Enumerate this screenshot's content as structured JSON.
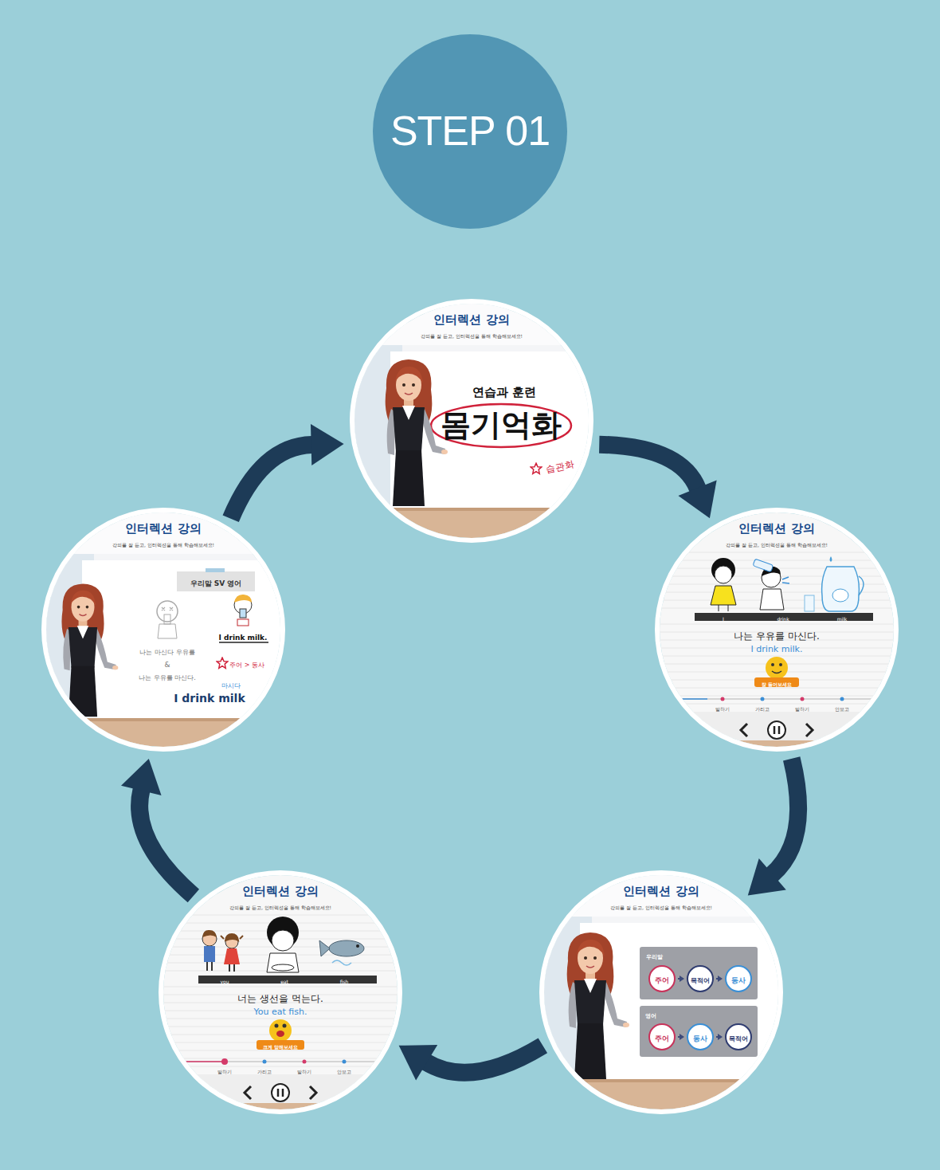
{
  "diagram": {
    "nodes": [
      {
        "text": [
          "STEP 01"
        ]
      },
      {
        "text": [
          "인터렉션 강의",
          "강의를 잘 듣고, 인터렉션을 통해 학습해보세요!",
          "연습과 훈련",
          "몸기억화",
          "습관화"
        ]
      },
      {
        "text": [
          "인터렉션 강의",
          "강의를 잘 듣고, 인터렉션을 통해 학습해보세요!",
          "I",
          "drink",
          "milk",
          "나는 우유를 마신다.",
          "I drink milk.",
          "잘 들어보세요",
          "말하기",
          "가리고",
          "말하기",
          "안보고"
        ]
      },
      {
        "text": [
          "인터렉션 강의",
          "강의를 잘 듣고, 인터렉션을 통해 학습해보세요!"
        ]
      },
      {
        "text": [
          "우리말"
        ],
        "in": 3
      },
      {
        "text": [
          "주어"
        ],
        "in": 4
      },
      {
        "text": [
          "목적어"
        ],
        "in": 4
      },
      {
        "text": [
          "동사"
        ],
        "in": 4
      },
      {
        "text": [
          "영어"
        ],
        "in": 3
      },
      {
        "text": [
          "주어"
        ],
        "in": 8
      },
      {
        "text": [
          "동사"
        ],
        "in": 8
      },
      {
        "text": [
          "목적어"
        ],
        "in": 8
      },
      {
        "text": [
          "인터렉션 강의",
          "강의를 잘 듣고, 인터렉션을 통해 학습해보세요!",
          "you",
          "eat",
          "fish",
          "너는 생선을 먹는다.",
          "You eat fish.",
          "크게 말해보세요",
          "말하기",
          "가리고",
          "말하기",
          "안보고"
        ]
      },
      {
        "text": [
          "인터렉션 강의",
          "강의를 잘 듣고, 인터렉션을 통해 학습해보세요!",
          "I drink milk.",
          "나는 마신다 우유를",
          "&",
          "나는 우유를 마신다.",
          "주어 > 동사",
          "마시다",
          "I drink milk"
        ]
      },
      {
        "text": [
          "우리말 SV 영어"
        ],
        "in": 13
      }
    ],
    "edges": [
      {
        "from": 1,
        "to": 2,
        "arrow": "to"
      },
      {
        "from": 2,
        "to": 3,
        "arrow": "to"
      },
      {
        "from": 3,
        "to": 12,
        "arrow": "to"
      },
      {
        "from": 12,
        "to": 13,
        "arrow": "to"
      },
      {
        "from": 13,
        "to": 1,
        "arrow": "to"
      },
      {
        "from": 5,
        "to": 6,
        "arrow": "to"
      },
      {
        "from": 6,
        "to": 7,
        "arrow": "to"
      },
      {
        "from": 9,
        "to": 10,
        "arrow": "to"
      },
      {
        "from": 10,
        "to": 11,
        "arrow": "to"
      }
    ]
  }
}
